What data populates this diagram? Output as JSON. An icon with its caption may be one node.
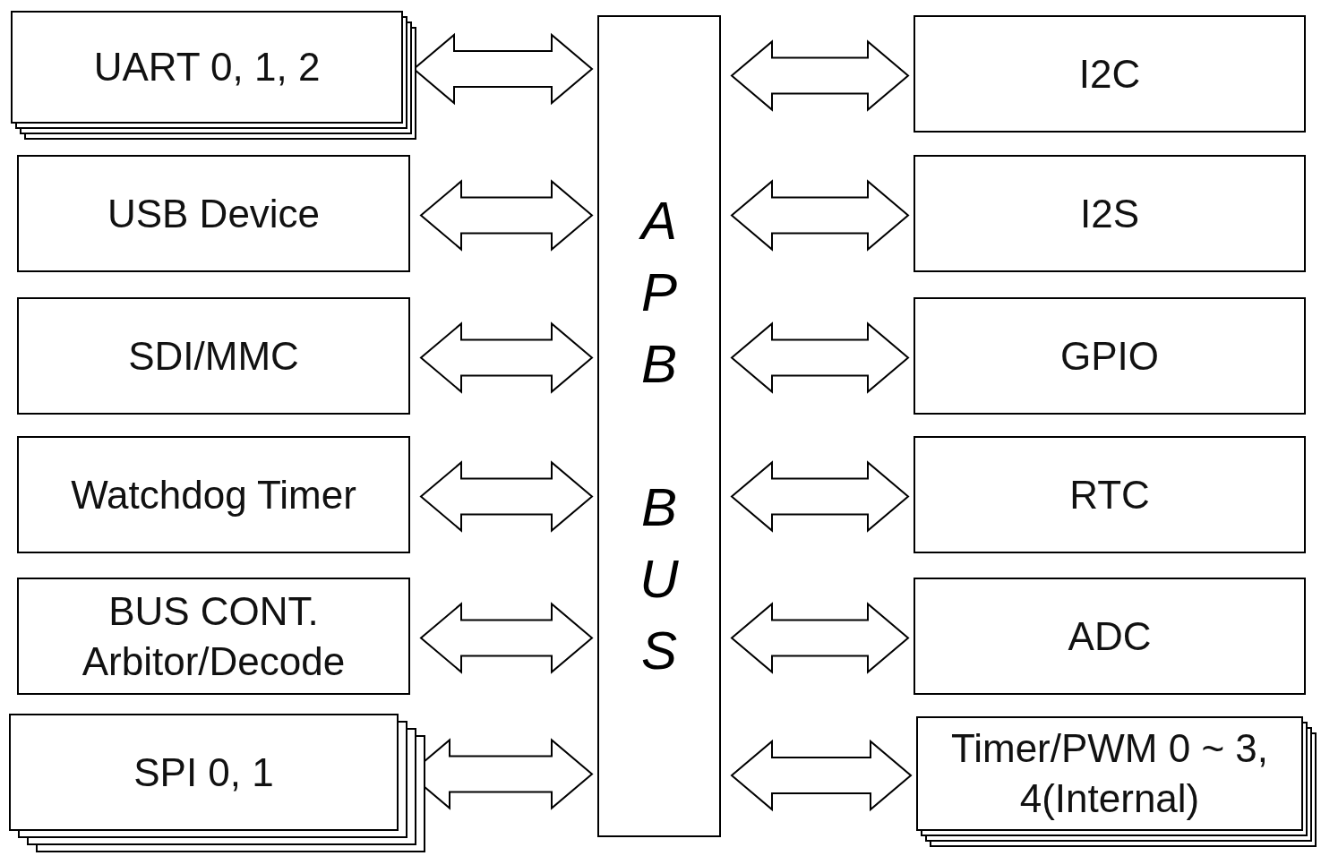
{
  "diagram": {
    "nodes": [
      {
        "text": [
          "UART 0, 1, 2"
        ]
      },
      {
        "text": [
          "USB Device"
        ]
      },
      {
        "text": [
          "SDI/MMC"
        ]
      },
      {
        "text": [
          "Watchdog Timer"
        ]
      },
      {
        "text": [
          "BUS CONT. Arbitor/Decode"
        ]
      },
      {
        "text": [
          "SPI 0, 1"
        ]
      },
      {
        "text": [
          "APB",
          "BUS"
        ]
      },
      {
        "text": [
          "I2C"
        ]
      },
      {
        "text": [
          "I2S"
        ]
      },
      {
        "text": [
          "GPIO"
        ]
      },
      {
        "text": [
          "RTC"
        ]
      },
      {
        "text": [
          "ADC"
        ]
      },
      {
        "text": [
          "Timer/PWM 0 ~ 3, 4(Internal)"
        ]
      }
    ],
    "edges": [
      {
        "from": 0,
        "to": 6,
        "arrow": "both"
      },
      {
        "from": 1,
        "to": 6,
        "arrow": "both"
      },
      {
        "from": 2,
        "to": 6,
        "arrow": "both"
      },
      {
        "from": 3,
        "to": 6,
        "arrow": "both"
      },
      {
        "from": 4,
        "to": 6,
        "arrow": "both"
      },
      {
        "from": 5,
        "to": 6,
        "arrow": "both"
      },
      {
        "from": 6,
        "to": 7,
        "arrow": "both"
      },
      {
        "from": 6,
        "to": 8,
        "arrow": "both"
      },
      {
        "from": 6,
        "to": 9,
        "arrow": "both"
      },
      {
        "from": 6,
        "to": 10,
        "arrow": "both"
      },
      {
        "from": 6,
        "to": 11,
        "arrow": "both"
      },
      {
        "from": 6,
        "to": 12,
        "arrow": "both"
      }
    ]
  }
}
